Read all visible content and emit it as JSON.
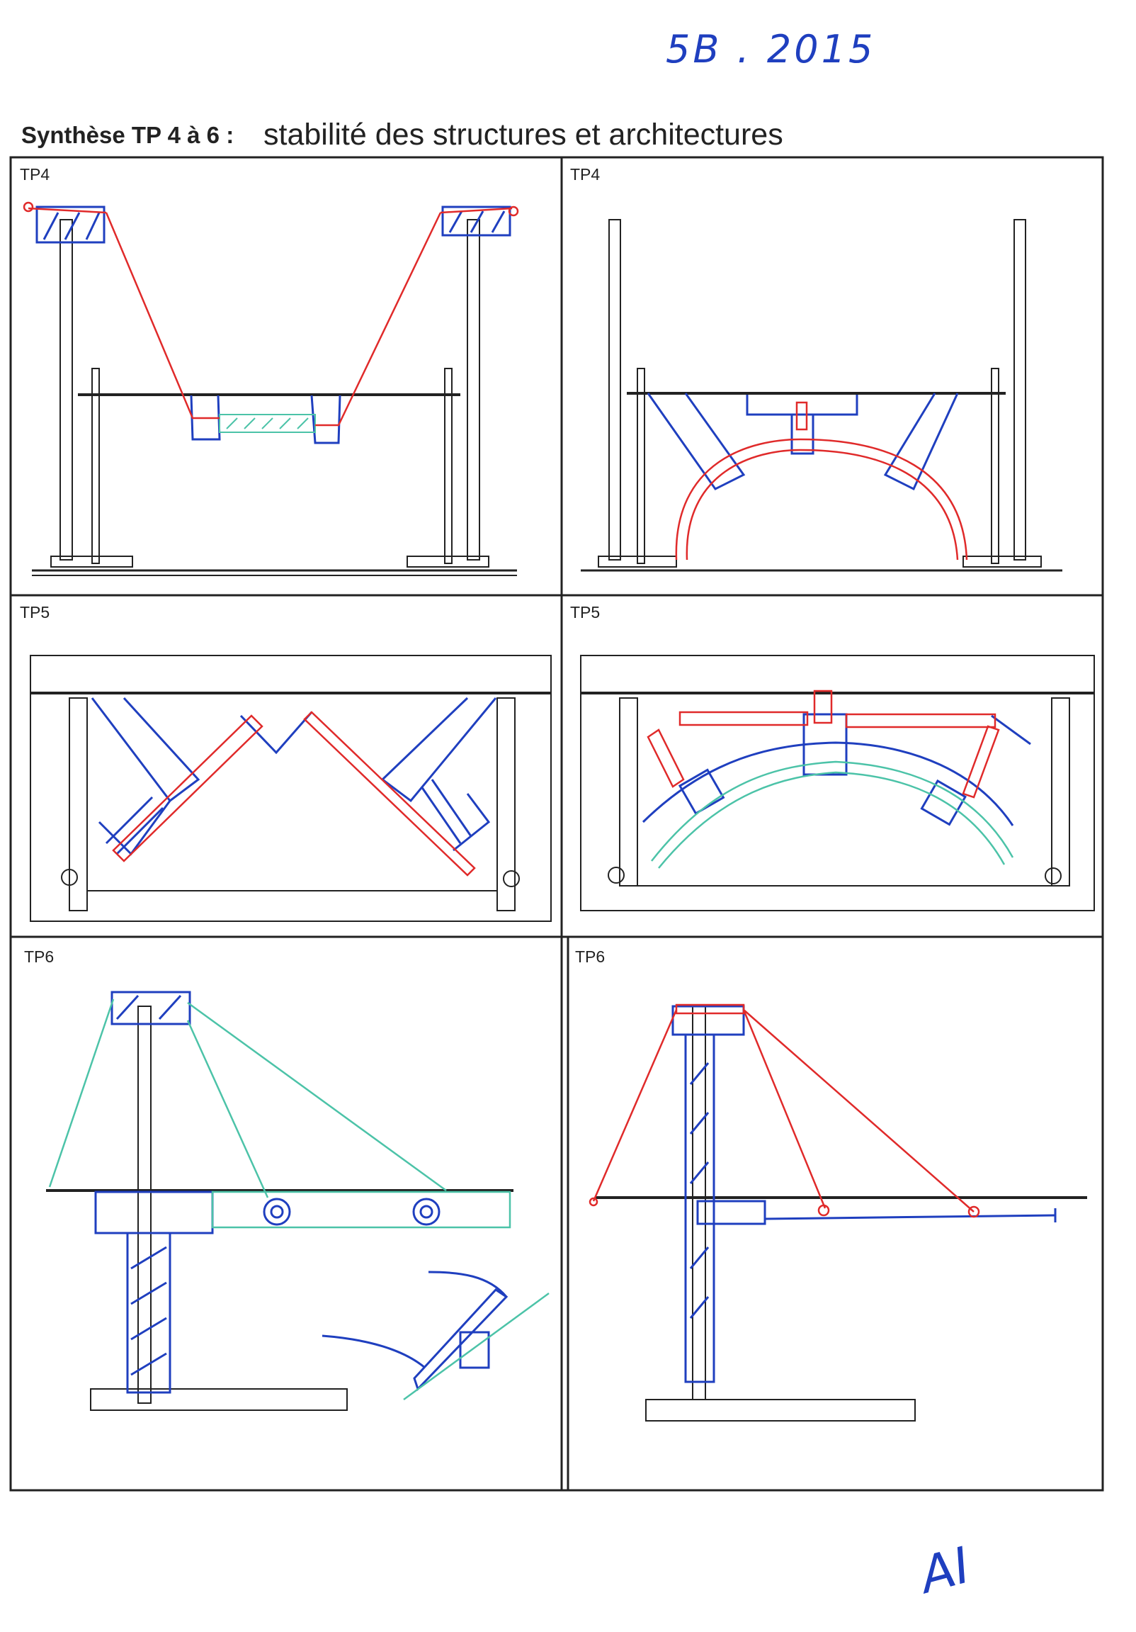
{
  "header": {
    "handwritten_note": "5B . 2015",
    "title_bold": "Synthèse TP 4 à 6 :",
    "title_rest": "stabilité des structures et architectures"
  },
  "panels": [
    {
      "label": "TP4"
    },
    {
      "label": "TP4"
    },
    {
      "label": "TP5"
    },
    {
      "label": "TP5"
    },
    {
      "label": "TP6"
    },
    {
      "label": "TP6"
    }
  ],
  "footer": {
    "initials": "AI"
  },
  "colors": {
    "ink": "#222222",
    "pen_blue": "#1f3fbf",
    "pen_red": "#e02a2a",
    "pen_teal": "#4cc3a8"
  }
}
